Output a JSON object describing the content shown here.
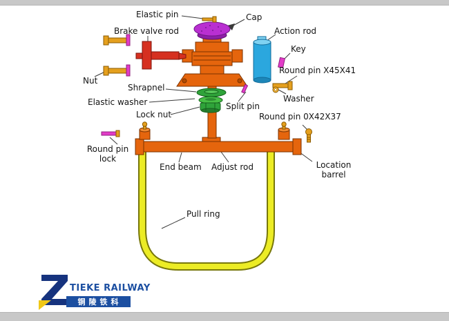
{
  "diagram": {
    "labels": {
      "elastic_pin": "Elastic pin",
      "cap": "Cap",
      "brake_valve_rod": "Brake valve rod",
      "action_rod": "Action rod",
      "key": "Key",
      "round_pin_x45x41": "Round pin X45X41",
      "nut": "Nut",
      "shrapnel": "Shrapnel",
      "elastic_washer": "Elastic washer",
      "split_pin": "Split pin",
      "washer": "Washer",
      "lock_nut": "Lock nut",
      "round_pin_0x42x37": "Round pin 0X42X37",
      "round_pin_lock": "Round pin lock",
      "end_beam": "End beam",
      "adjust_rod": "Adjust rod",
      "location_barrel": "Location barrel",
      "pull_ring": "Pull ring"
    },
    "colors": {
      "body_orange": "#e5650d",
      "cap_magenta": "#b92fd1",
      "action_blue": "#2ba7de",
      "washer_green": "#2fa33a",
      "rod_red": "#d63020",
      "ring_yellow": "#ecec25",
      "fastener_gold": "#e5a01e",
      "pin_magenta": "#e23cc8",
      "border_gray": "#c8c8c8"
    }
  },
  "logo": {
    "name": "TIEKE RAILWAY",
    "chinese": "铜陵铁科",
    "blue": "#1c4fa1",
    "yellow": "#f0c818"
  }
}
